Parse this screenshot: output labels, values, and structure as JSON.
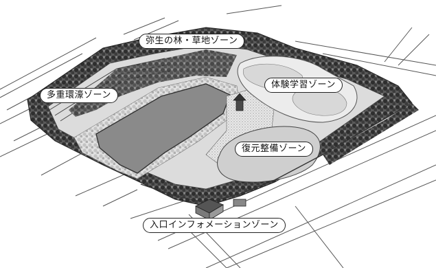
{
  "map": {
    "zones": [
      {
        "id": "yayoi",
        "label": "弥生の林・草地ゾーン"
      },
      {
        "id": "tajuu",
        "label": "多重環濠ゾーン"
      },
      {
        "id": "taiken",
        "label": "体験学習ゾーン"
      },
      {
        "id": "fukugen",
        "label": "復元整備ゾーン"
      },
      {
        "id": "iriguchi",
        "label": "入口インフォメーションゾーン"
      }
    ],
    "colors": {
      "background": "#ffffff",
      "field": "#8a8a8a",
      "trees": "#3a3a3a",
      "light_trees": "#cfcfcf",
      "roads": "#555555",
      "label_border": "#222222"
    }
  }
}
